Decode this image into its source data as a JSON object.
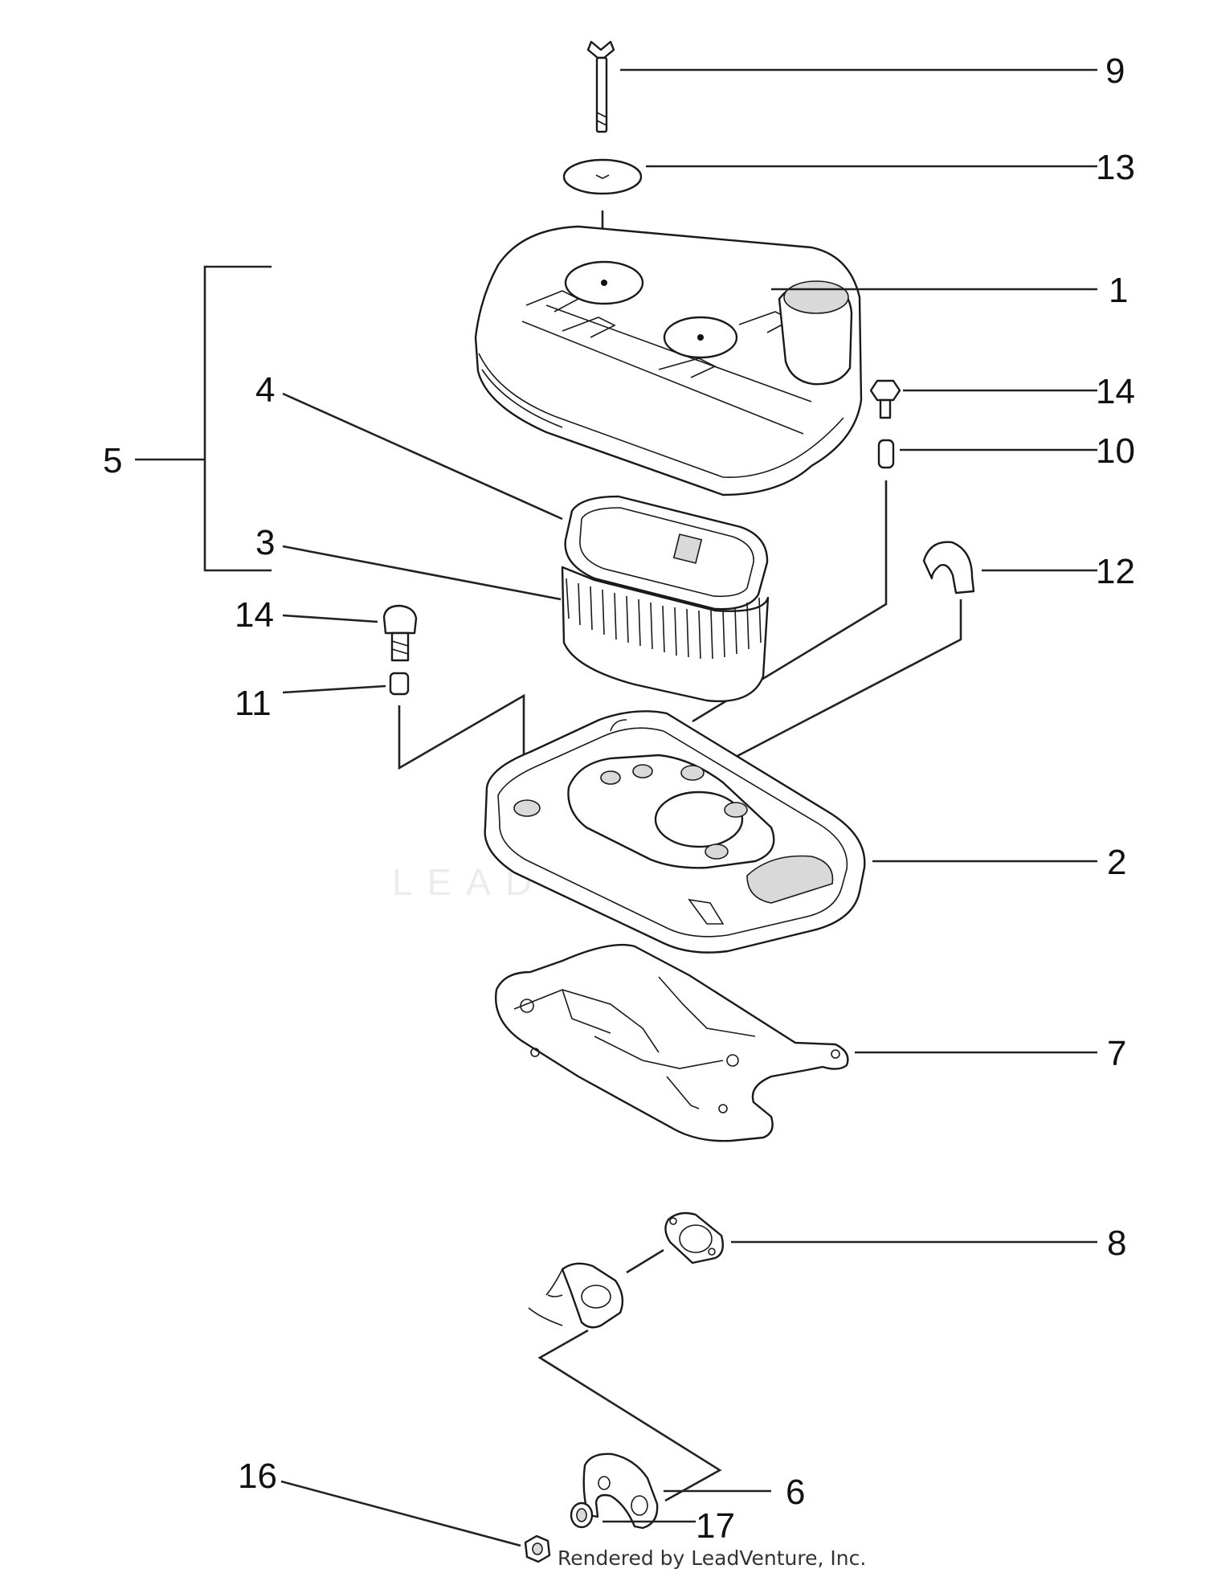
{
  "callouts": {
    "c1": "1",
    "c2": "2",
    "c3": "3",
    "c4": "4",
    "c5": "5",
    "c6": "6",
    "c7": "7",
    "c8": "8",
    "c9": "9",
    "c10": "10",
    "c11": "11",
    "c12": "12",
    "c13": "13",
    "c14a": "14",
    "c14b": "14",
    "c16": "16",
    "c17": "17"
  },
  "watermark": "LEADVENTURE",
  "footer": "Rendered by LeadVenture, Inc."
}
